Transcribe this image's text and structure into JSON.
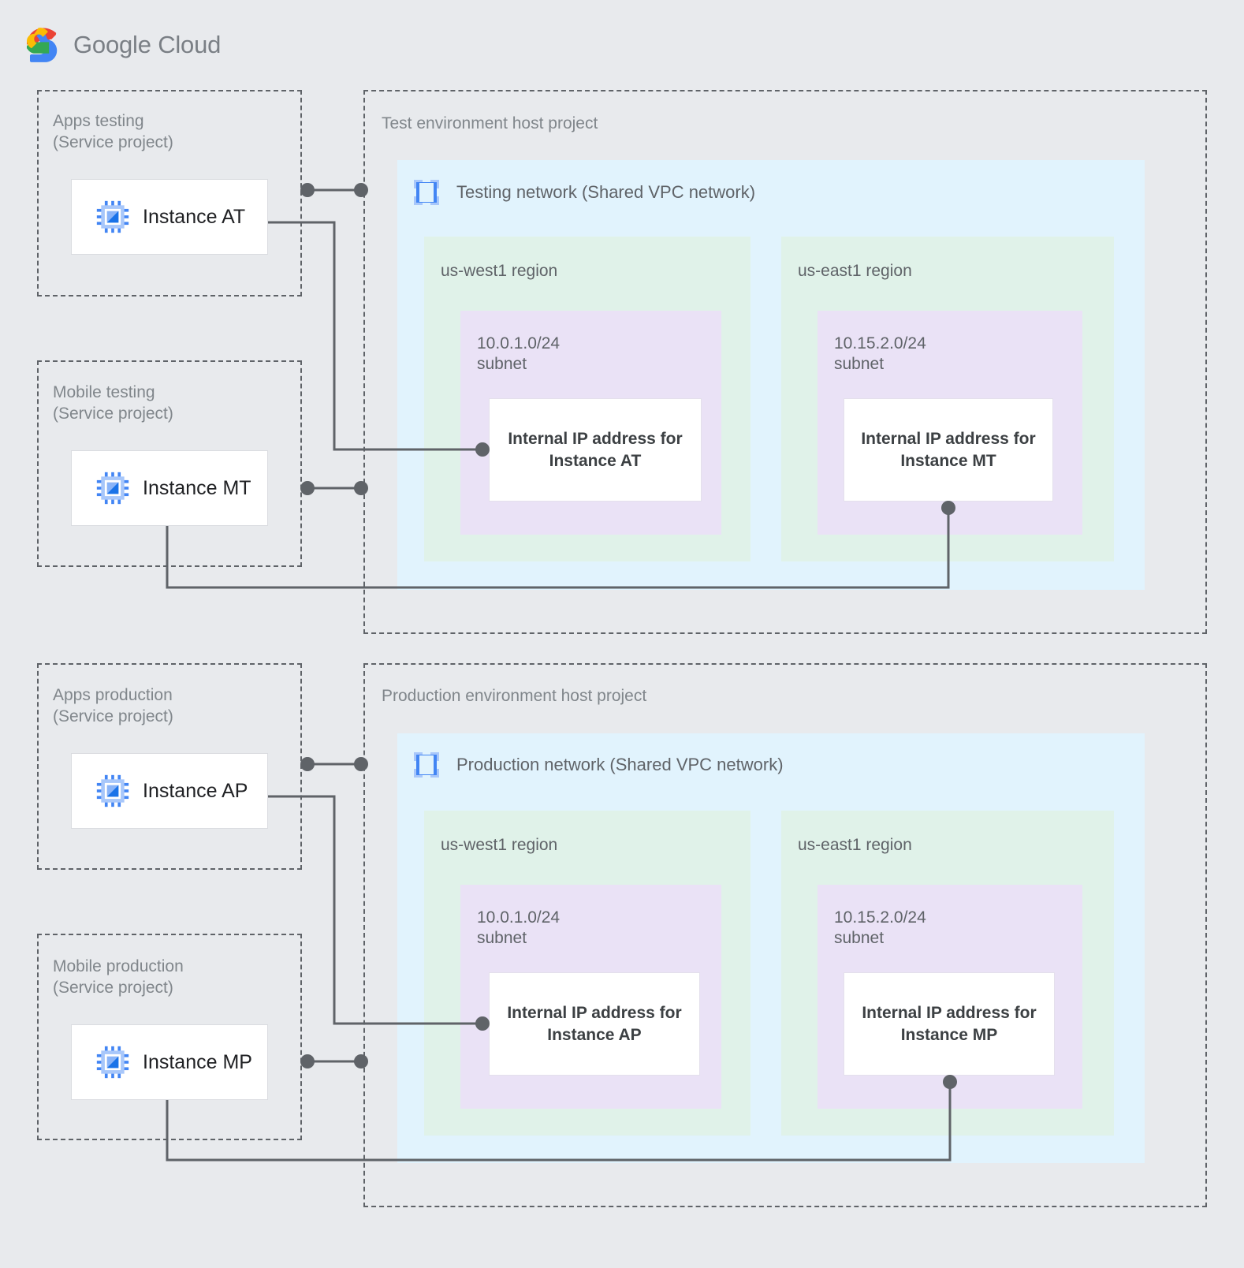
{
  "brand": {
    "logo_icon": "google-cloud-logo-icon",
    "name_bold": "Google",
    "name_light": "Cloud",
    "full_name": "Google Cloud"
  },
  "colors": {
    "page_background": "#E8EAED",
    "vpc_panel": "#E1F3FD",
    "region": "#E0F2E9",
    "subnet": "#EAE2F6",
    "ip_box": "#FFFFFF",
    "dashed_border": "#5F6368",
    "connector": "#5F6368",
    "label_text": "#80868B",
    "region_text": "#5F6368",
    "instance_text": "#202124",
    "ip_text": "#3C4043",
    "icon_blue": "#4285F4",
    "icon_blue_light": "#A8C7FA"
  },
  "service_projects": [
    {
      "id": "apps-testing",
      "title": "Apps testing",
      "subtitle": "(Service project)",
      "label": "Apps testing\n(Service project)",
      "instance": {
        "name": "Instance AT",
        "icon": "compute-instance-chip-icon"
      }
    },
    {
      "id": "mobile-testing",
      "title": "Mobile testing",
      "subtitle": "(Service project)",
      "label": "Mobile testing\n(Service project)",
      "instance": {
        "name": "Instance MT",
        "icon": "compute-instance-chip-icon"
      }
    },
    {
      "id": "apps-production",
      "title": "Apps production",
      "subtitle": "(Service project)",
      "label": "Apps production\n(Service project)",
      "instance": {
        "name": "Instance AP",
        "icon": "compute-instance-chip-icon"
      }
    },
    {
      "id": "mobile-production",
      "title": "Mobile production",
      "subtitle": "(Service project)",
      "label": "Mobile production\n(Service project)",
      "instance": {
        "name": "Instance MP",
        "icon": "compute-instance-chip-icon"
      }
    }
  ],
  "host_projects": [
    {
      "id": "test-environment",
      "title": "Test environment host project",
      "network": {
        "title": "Testing network (Shared VPC network)",
        "icon": "vpc-network-icon"
      },
      "regions": [
        {
          "id": "test-us-west1",
          "name": "us-west1 region",
          "subnet": {
            "cidr": "10.0.1.0/24",
            "kind": "subnet",
            "label": "10.0.1.0/24\nsubnet",
            "ip_box": "Internal IP address for\nInstance AT"
          }
        },
        {
          "id": "test-us-east1",
          "name": "us-east1 region",
          "subnet": {
            "cidr": "10.15.2.0/24",
            "kind": "subnet",
            "label": "10.15.2.0/24\nsubnet",
            "ip_box": "Internal IP address for\nInstance MT"
          }
        }
      ]
    },
    {
      "id": "production-environment",
      "title": "Production environment host project",
      "network": {
        "title": "Production network (Shared VPC network)",
        "icon": "vpc-network-icon"
      },
      "regions": [
        {
          "id": "prod-us-west1",
          "name": "us-west1 region",
          "subnet": {
            "cidr": "10.0.1.0/24",
            "kind": "subnet",
            "label": "10.0.1.0/24\nsubnet",
            "ip_box": "Internal IP address for\nInstance AP"
          }
        },
        {
          "id": "prod-us-east1",
          "name": "us-east1 region",
          "subnet": {
            "cidr": "10.15.2.0/24",
            "kind": "subnet",
            "label": "10.15.2.0/24\nsubnet",
            "ip_box": "Internal IP address for\nInstance MP"
          }
        }
      ]
    }
  ],
  "connections": [
    {
      "id": "at-attachment",
      "type": "service-project-attachment",
      "from": "apps-testing",
      "to": "test-environment"
    },
    {
      "id": "at-to-ip",
      "type": "instance-to-internal-ip",
      "from": "Instance AT",
      "to": "Internal IP address for Instance AT"
    },
    {
      "id": "mt-attachment",
      "type": "service-project-attachment",
      "from": "mobile-testing",
      "to": "test-environment"
    },
    {
      "id": "mt-to-ip",
      "type": "instance-to-internal-ip",
      "from": "Instance MT",
      "to": "Internal IP address for Instance MT"
    },
    {
      "id": "ap-attachment",
      "type": "service-project-attachment",
      "from": "apps-production",
      "to": "production-environment"
    },
    {
      "id": "ap-to-ip",
      "type": "instance-to-internal-ip",
      "from": "Instance AP",
      "to": "Internal IP address for Instance AP"
    },
    {
      "id": "mp-attachment",
      "type": "service-project-attachment",
      "from": "mobile-production",
      "to": "production-environment"
    },
    {
      "id": "mp-to-ip",
      "type": "instance-to-internal-ip",
      "from": "Instance MP",
      "to": "Internal IP address for Instance MP"
    }
  ]
}
